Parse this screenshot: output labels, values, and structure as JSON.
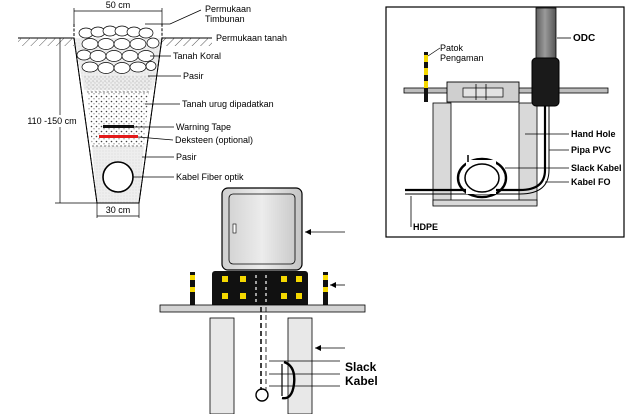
{
  "trench": {
    "width_top": "50 cm",
    "width_bottom": "30 cm",
    "depth": "110 -150 cm",
    "labels": {
      "permukaan_timbunan_1": "Permukaan",
      "permukaan_timbunan_2": "Timbunan",
      "permukaan_tanah": "Permukaan tanah",
      "tanah_koral": "Tanah Koral",
      "pasir_1": "Pasir",
      "tanah_urug": "Tanah urug dipadatkan",
      "warning_tape": "Warning Tape",
      "deksteen": "Deksteen (optional)",
      "pasir_2": "Pasir",
      "kabel": "Kabel Fiber optik"
    }
  },
  "handhole": {
    "labels": {
      "odc": "ODC",
      "patok_1": "Patok",
      "patok_2": "Pengaman",
      "hand_hole": "Hand Hole",
      "pipa_pvc": "Pipa PVC",
      "slack_kabel": "Slack Kabel",
      "kabel_fo": "Kabel FO",
      "hdpe": "HDPE"
    }
  },
  "cabinet": {
    "labels": {
      "slack": "Slack",
      "kabel": "Kabel"
    }
  },
  "colors": {
    "tape_black": "#111111",
    "tape_red": "#e31b1b",
    "post_yellow": "#f5d800",
    "odc_gray": "#7a7a7a"
  }
}
